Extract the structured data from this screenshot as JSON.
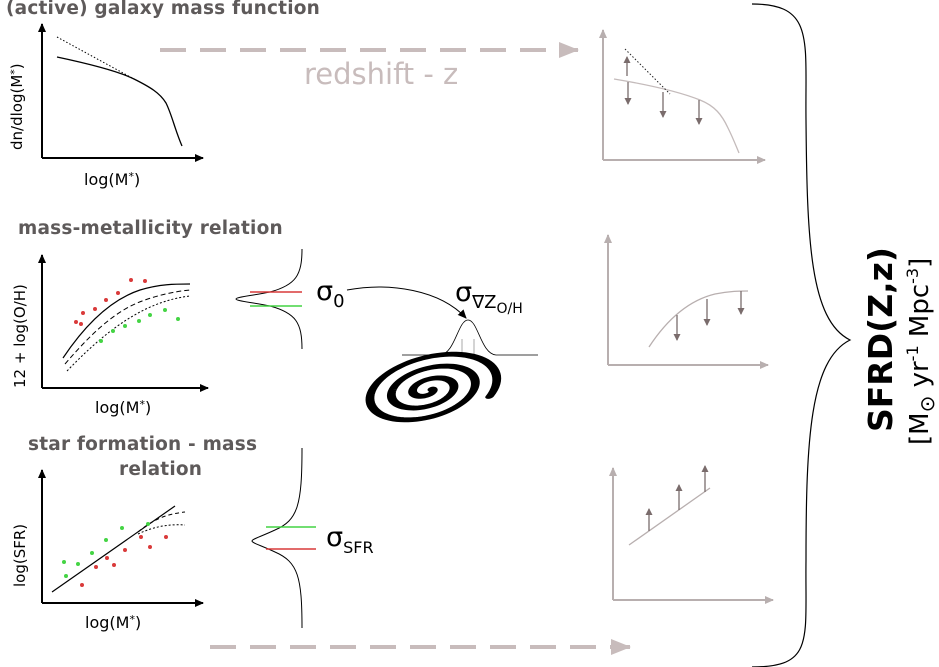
{
  "panels": {
    "mass_function": {
      "title": "(active) galaxy mass function",
      "ylabel": "dn/dlog(M",
      "ylabel_sub": "*",
      "xlabel": "log(M",
      "xlabel_sub": "*"
    },
    "mass_metallicity": {
      "title": "mass-metallicity relation",
      "ylabel": "12 + log(O/H)",
      "xlabel": "log(M",
      "xlabel_sub": "*"
    },
    "sfr_mass": {
      "title_line1": "star formation - mass",
      "title_line2": "relation",
      "ylabel": "log(SFR)",
      "xlabel": "log(M",
      "xlabel_sub": "*"
    }
  },
  "redshift_label": "redshift - z",
  "sigma": {
    "symbol": "σ",
    "zero_sub": "0",
    "grad_sub": "∇Z",
    "grad_subsub": "O/H",
    "sfr_sub": "SFR"
  },
  "result": {
    "title": "SFRD(Z,z)",
    "units_open": "[M",
    "units_sun": "⊙",
    "units_yr": " yr",
    "units_exp1": "-1",
    "units_mpc": " Mpc",
    "units_exp2": "-3",
    "units_close": "]"
  },
  "colors": {
    "red": "#d93a3a",
    "green": "#44d444",
    "gray": "#b8afaf",
    "arrow_gray": "#7a6c6c",
    "title_gray": "#5e5a5a"
  }
}
